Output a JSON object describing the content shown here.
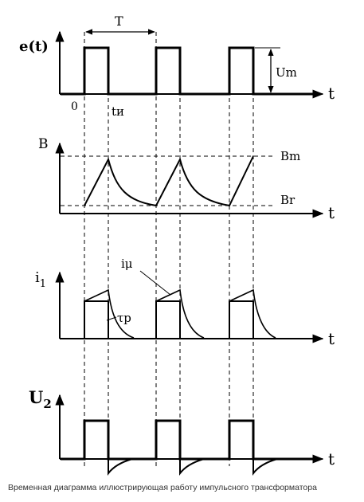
{
  "labels": {
    "period": "T",
    "e_axis": "e(t)",
    "amplitude": "Um",
    "origin": "0",
    "pulse_width": "tи",
    "time": "t",
    "b_axis": "B",
    "b_max": "Bm",
    "b_rem": "Br",
    "i_axis": "i",
    "i_subscript": "1",
    "i_mu": "iμ",
    "tau_p": "τp",
    "u_axis": "U",
    "u_subscript": "2"
  },
  "caption": "Временная диаграмма иллюстрирующая работу импульсного трансформатора",
  "colors": {
    "stroke": "#000000",
    "caption": "#333333"
  }
}
